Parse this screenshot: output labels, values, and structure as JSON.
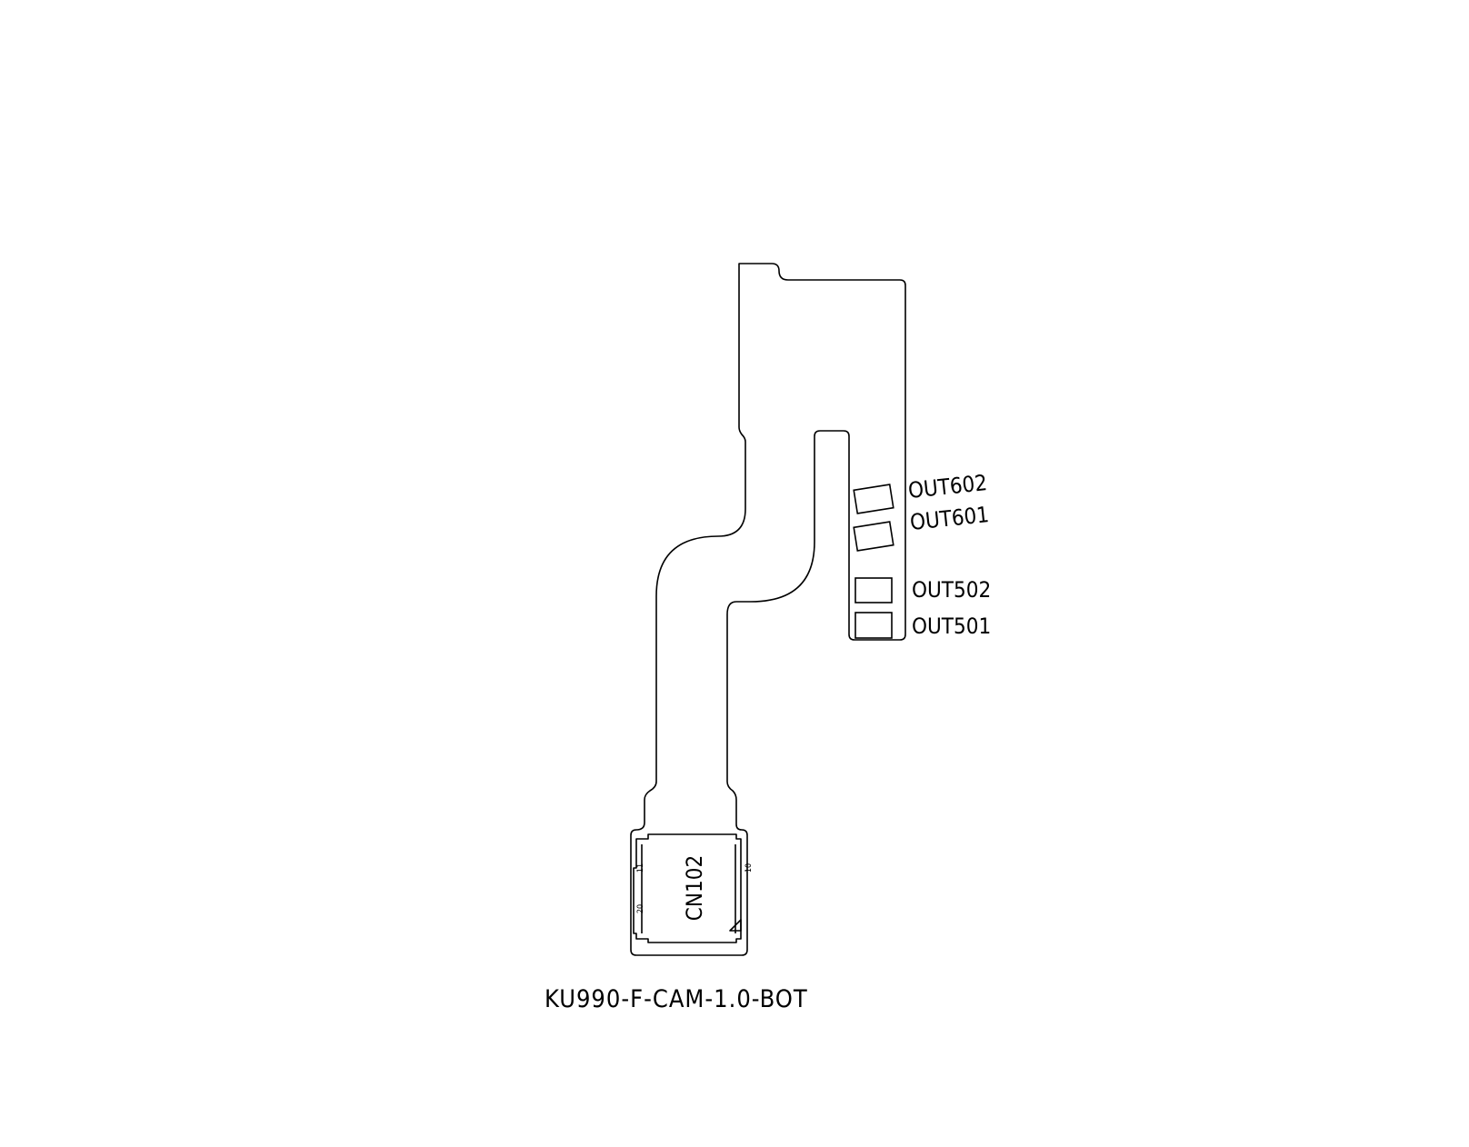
{
  "board": {
    "name": "KU990-F-CAM-1.0-BOT"
  },
  "pads": [
    {
      "ref": "OUT602"
    },
    {
      "ref": "OUT601"
    },
    {
      "ref": "OUT502"
    },
    {
      "ref": "OUT501"
    }
  ],
  "connector": {
    "ref": "CN102",
    "pin_labels": [
      "11",
      "20",
      "10"
    ]
  },
  "colors": {
    "ink": "#000000",
    "paper": "#ffffff"
  }
}
